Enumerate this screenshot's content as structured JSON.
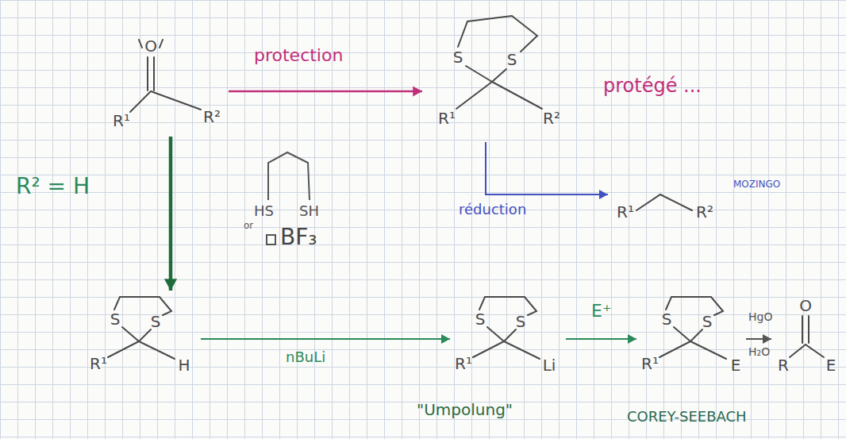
{
  "diagram": {
    "nodes": [
      {
        "text": [
          "O",
          "R¹",
          "R²"
        ]
      },
      {
        "text": [
          "S",
          "S",
          "R¹",
          "R²"
        ]
      },
      {
        "text": [
          "R¹",
          "R²"
        ]
      },
      {
        "text": [
          "S",
          "S",
          "R¹",
          "H"
        ]
      },
      {
        "text": [
          "S",
          "S",
          "R¹",
          "Li"
        ]
      },
      {
        "text": [
          "S",
          "S",
          "R¹",
          "E"
        ]
      },
      {
        "text": [
          "O",
          "R",
          "E"
        ]
      }
    ],
    "edges": [
      {
        "from": 0,
        "to": 1,
        "arrow": "to",
        "label": "protection"
      },
      {
        "from": 1,
        "to": 2,
        "arrow": "to",
        "label": "réduction"
      },
      {
        "from": 0,
        "to": 3,
        "arrow": "to"
      },
      {
        "from": 3,
        "to": 4,
        "arrow": "to",
        "label": "nBuLi"
      },
      {
        "from": 4,
        "to": 5,
        "arrow": "to",
        "label": "E⁺"
      },
      {
        "from": 5,
        "to": 6,
        "arrow": "to",
        "label": "HgO"
      }
    ],
    "labels": [
      "protégé ...",
      "MOZINGO",
      "R² = H",
      "HS",
      "SH",
      "or",
      "BF₃",
      "\"Umpolung\"",
      "H₂O",
      "COREY-SEEBACH"
    ]
  }
}
